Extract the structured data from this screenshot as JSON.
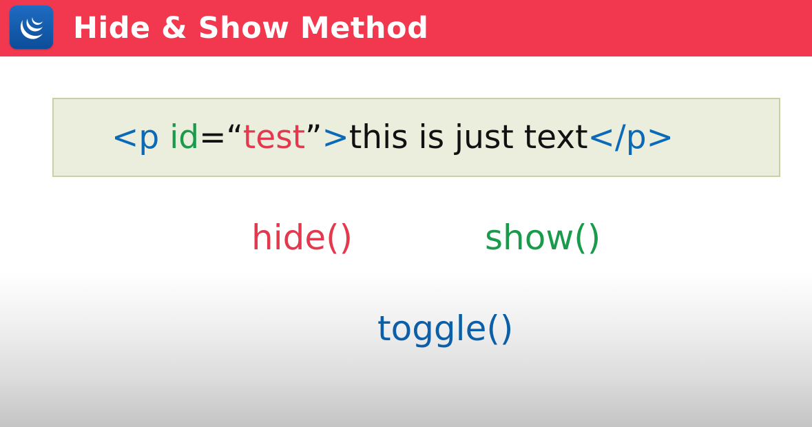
{
  "header": {
    "title": "Hide & Show Method",
    "background": "#f1384f",
    "logo_icon": "jquery-logo-icon"
  },
  "code_example": {
    "open_lt": "<",
    "tag": "p",
    "attr": "id",
    "equals": "=",
    "open_quote": "“",
    "value": "test",
    "close_quote": "”",
    "open_gt": ">",
    "content": "this is just text",
    "close_tag": "</p>",
    "box_background": "#ebeddd",
    "box_border": "#c6d2a5"
  },
  "methods": {
    "hide": "hide()",
    "show": "show()",
    "toggle": "toggle()"
  },
  "colors": {
    "blue": "#0b6ab8",
    "green": "#1a9a4b",
    "red": "#e3394f"
  }
}
